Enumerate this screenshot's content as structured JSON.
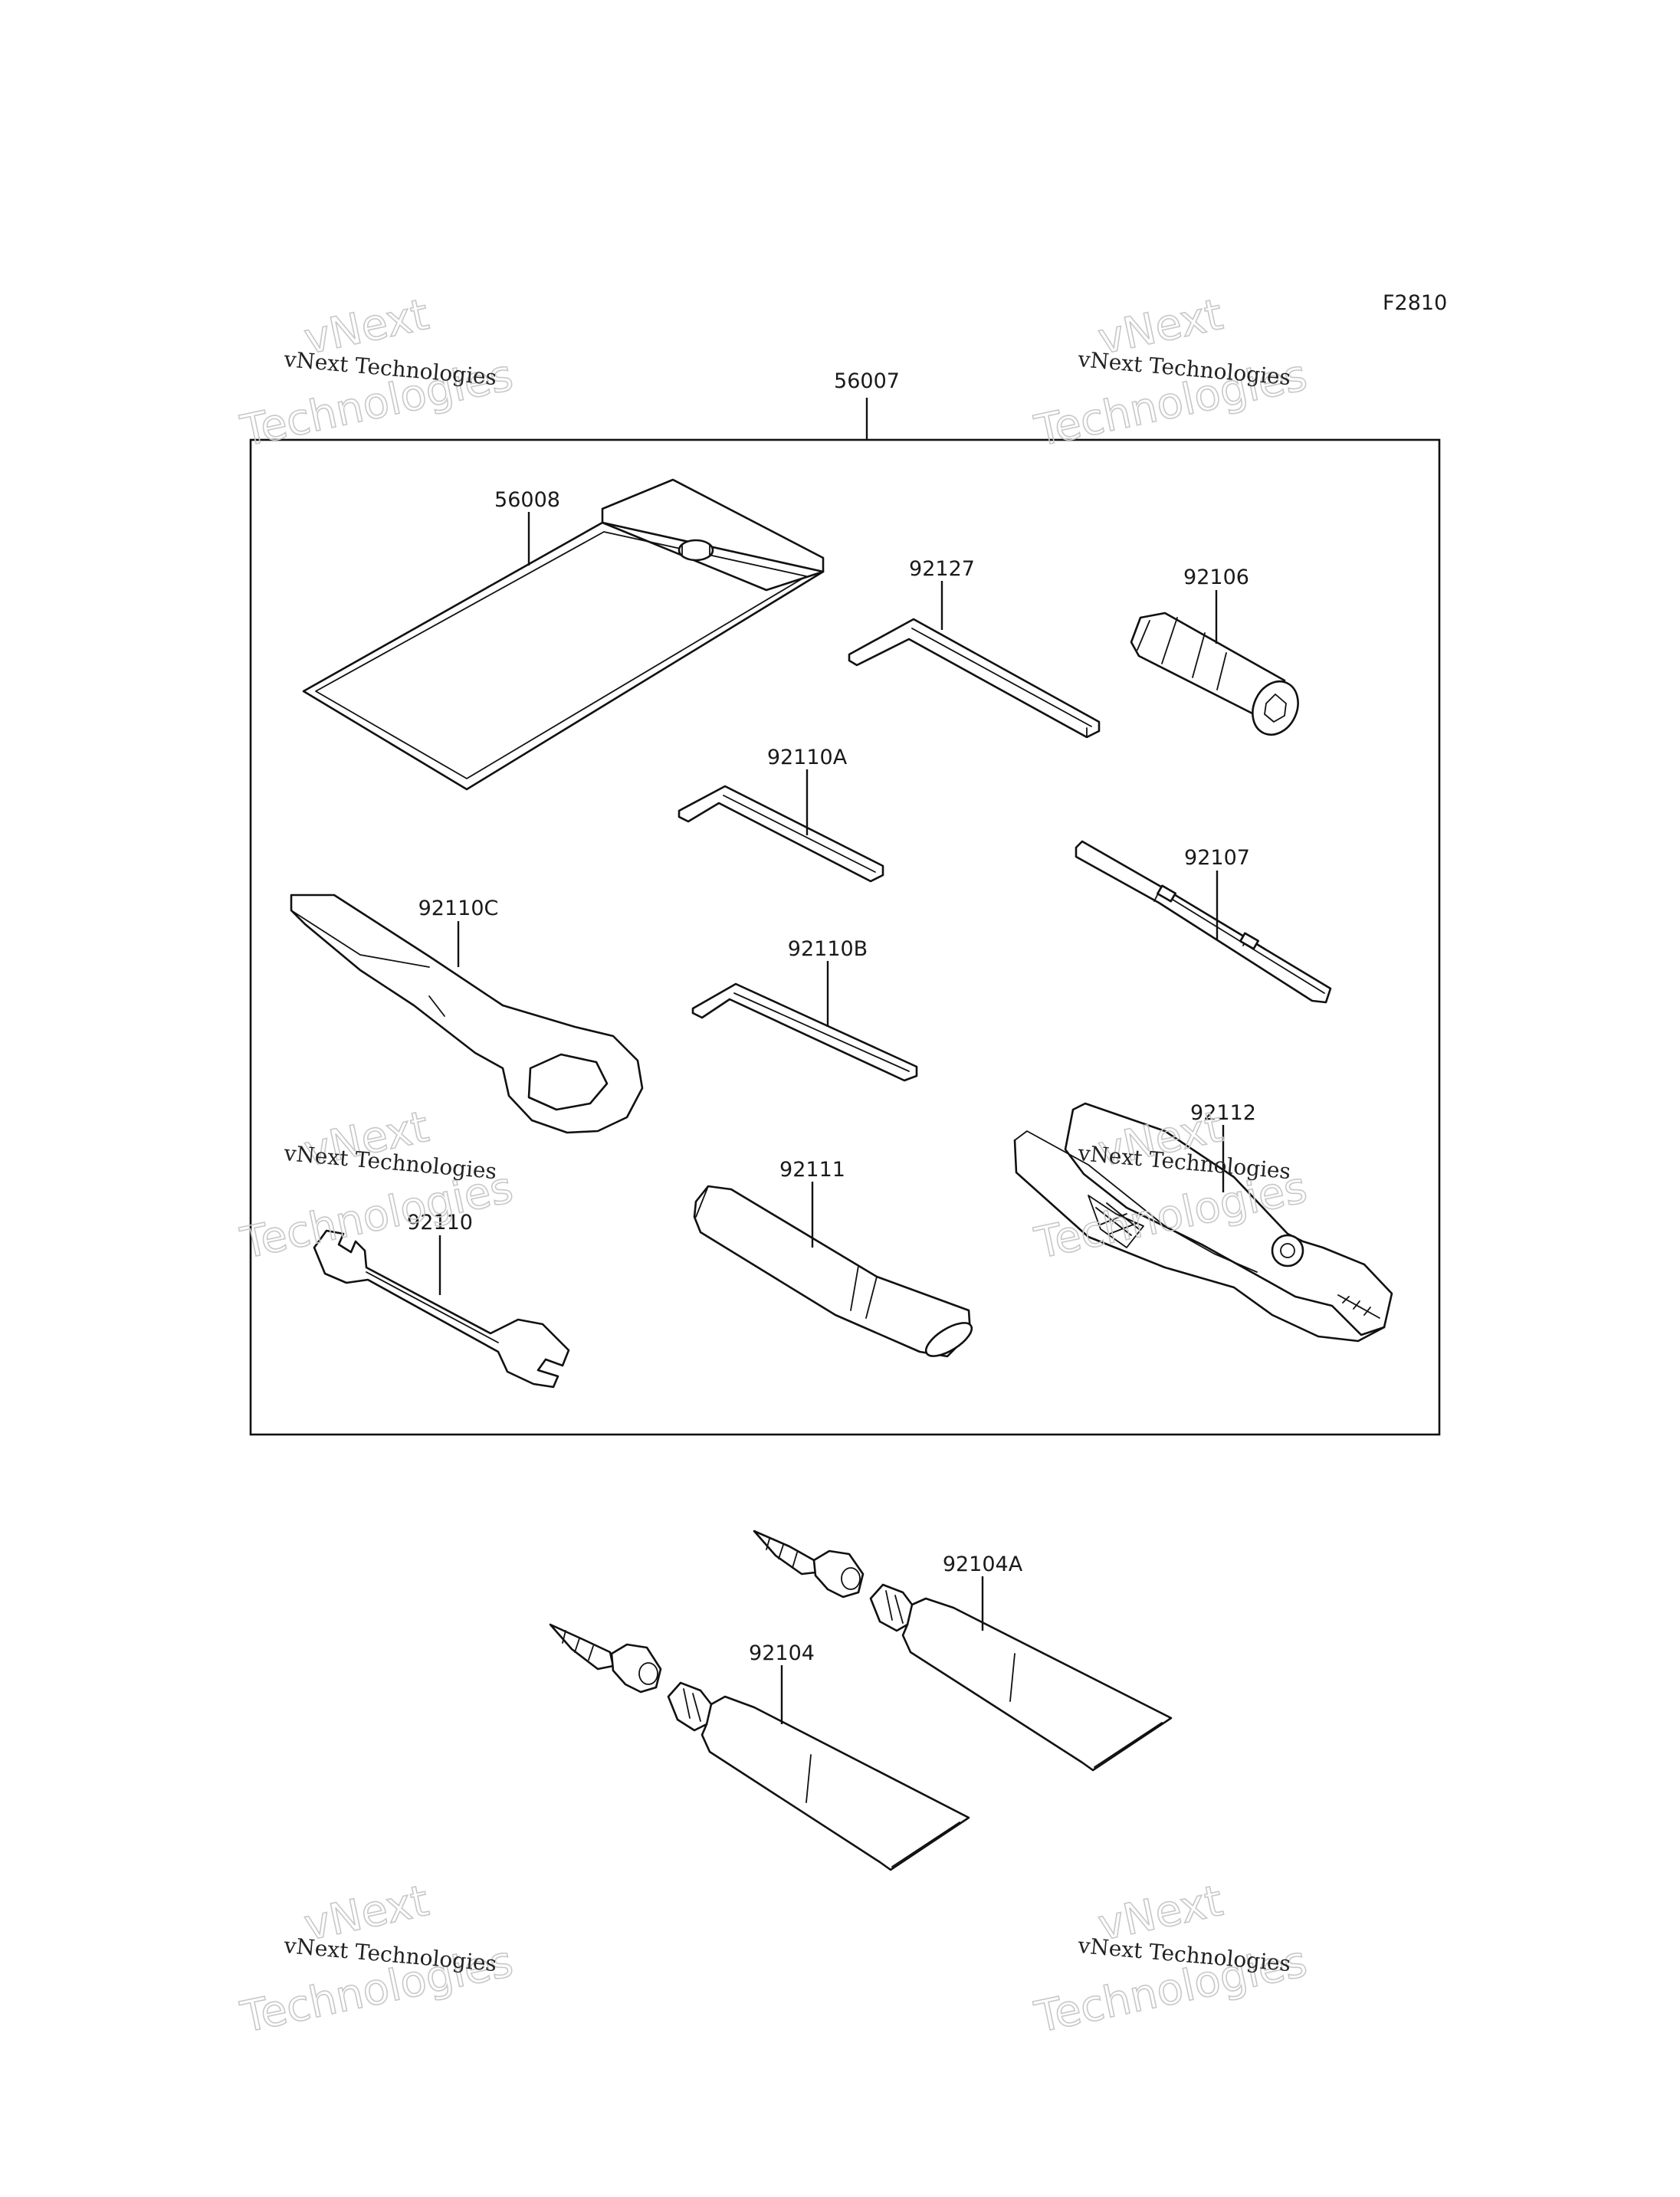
{
  "figure_code": "F2810",
  "watermark": {
    "name": "vNext Technologies",
    "ghost_line1": "vNext",
    "ghost_line2": "Technologies"
  },
  "parts": {
    "kit": "56007",
    "tool_bag": "56008",
    "hex_wrench_92127": "92127",
    "socket_92106": "92106",
    "hex_wrench_92110A": "92110A",
    "screwdriver_92107": "92107",
    "ring_wrench_92110C": "92110C",
    "hex_wrench_92110B": "92110B",
    "pliers_92112": "92112",
    "extension_bar_92111": "92111",
    "open_wrench_92110": "92110",
    "tube_92104A": "92104A",
    "tube_92104": "92104"
  }
}
